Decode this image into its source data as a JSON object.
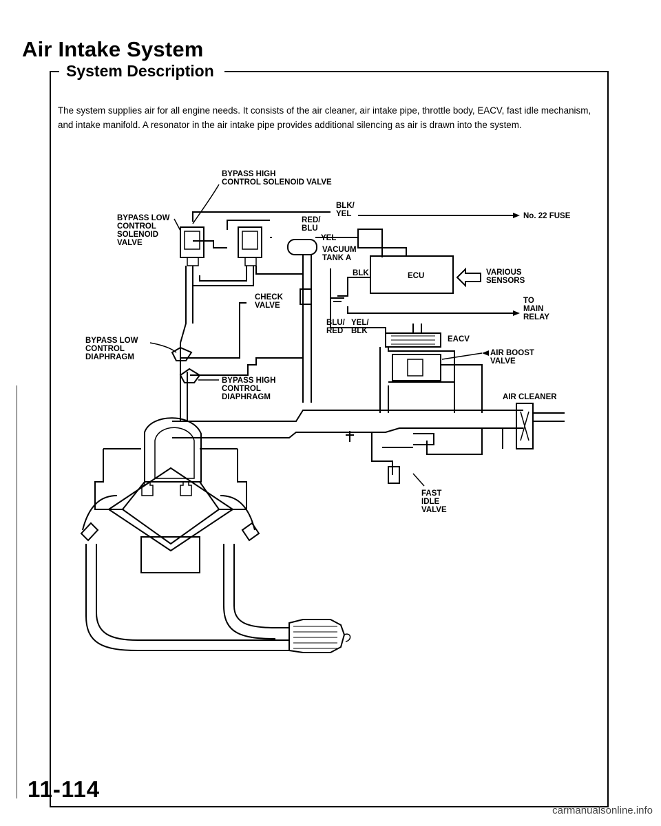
{
  "page": {
    "title": "Air Intake System",
    "section_title": "System Description",
    "description": "The system supplies air for all engine needs. It consists of the air cleaner, air intake pipe, throttle body, EACV, fast idle mechanism, and intake manifold. A resonator in the air intake pipe provides additional silencing as air is drawn into the system.",
    "page_number": "11-114",
    "watermark": "carmanualsonline.info"
  },
  "diagram": {
    "labels": {
      "bypass_high_solenoid": [
        "BYPASS HIGH",
        "CONTROL SOLENOID VALVE"
      ],
      "bypass_low_solenoid": [
        "BYPASS LOW",
        "CONTROL",
        "SOLENOID",
        "VALVE"
      ],
      "wire_blk_yel": [
        "BLK/",
        "YEL"
      ],
      "wire_red_blu": [
        "RED/",
        "BLU"
      ],
      "wire_yel": "YEL",
      "fuse": "No. 22 FUSE",
      "vacuum_tank": [
        "VACUUM",
        "TANK A"
      ],
      "ecu": "ECU",
      "wire_blk": "BLK",
      "various_sensors": [
        "VARIOUS",
        "SENSORS"
      ],
      "check_valve": [
        "CHECK",
        "VALVE"
      ],
      "main_relay": [
        "TO",
        "MAIN",
        "RELAY"
      ],
      "wire_blu_red": [
        "BLU/",
        "RED"
      ],
      "wire_yel_blk": [
        "YEL/",
        "BLK"
      ],
      "eacv": "EACV",
      "bypass_low_diaphragm": [
        "BYPASS LOW",
        "CONTROL",
        "DIAPHRAGM"
      ],
      "air_boost_valve": [
        "AIR BOOST",
        "VALVE"
      ],
      "bypass_high_diaphragm": [
        "BYPASS HIGH",
        "CONTROL",
        "DIAPHRAGM"
      ],
      "air_cleaner": "AIR CLEANER",
      "fast_idle_valve": [
        "FAST",
        "IDLE",
        "VALVE"
      ]
    }
  }
}
